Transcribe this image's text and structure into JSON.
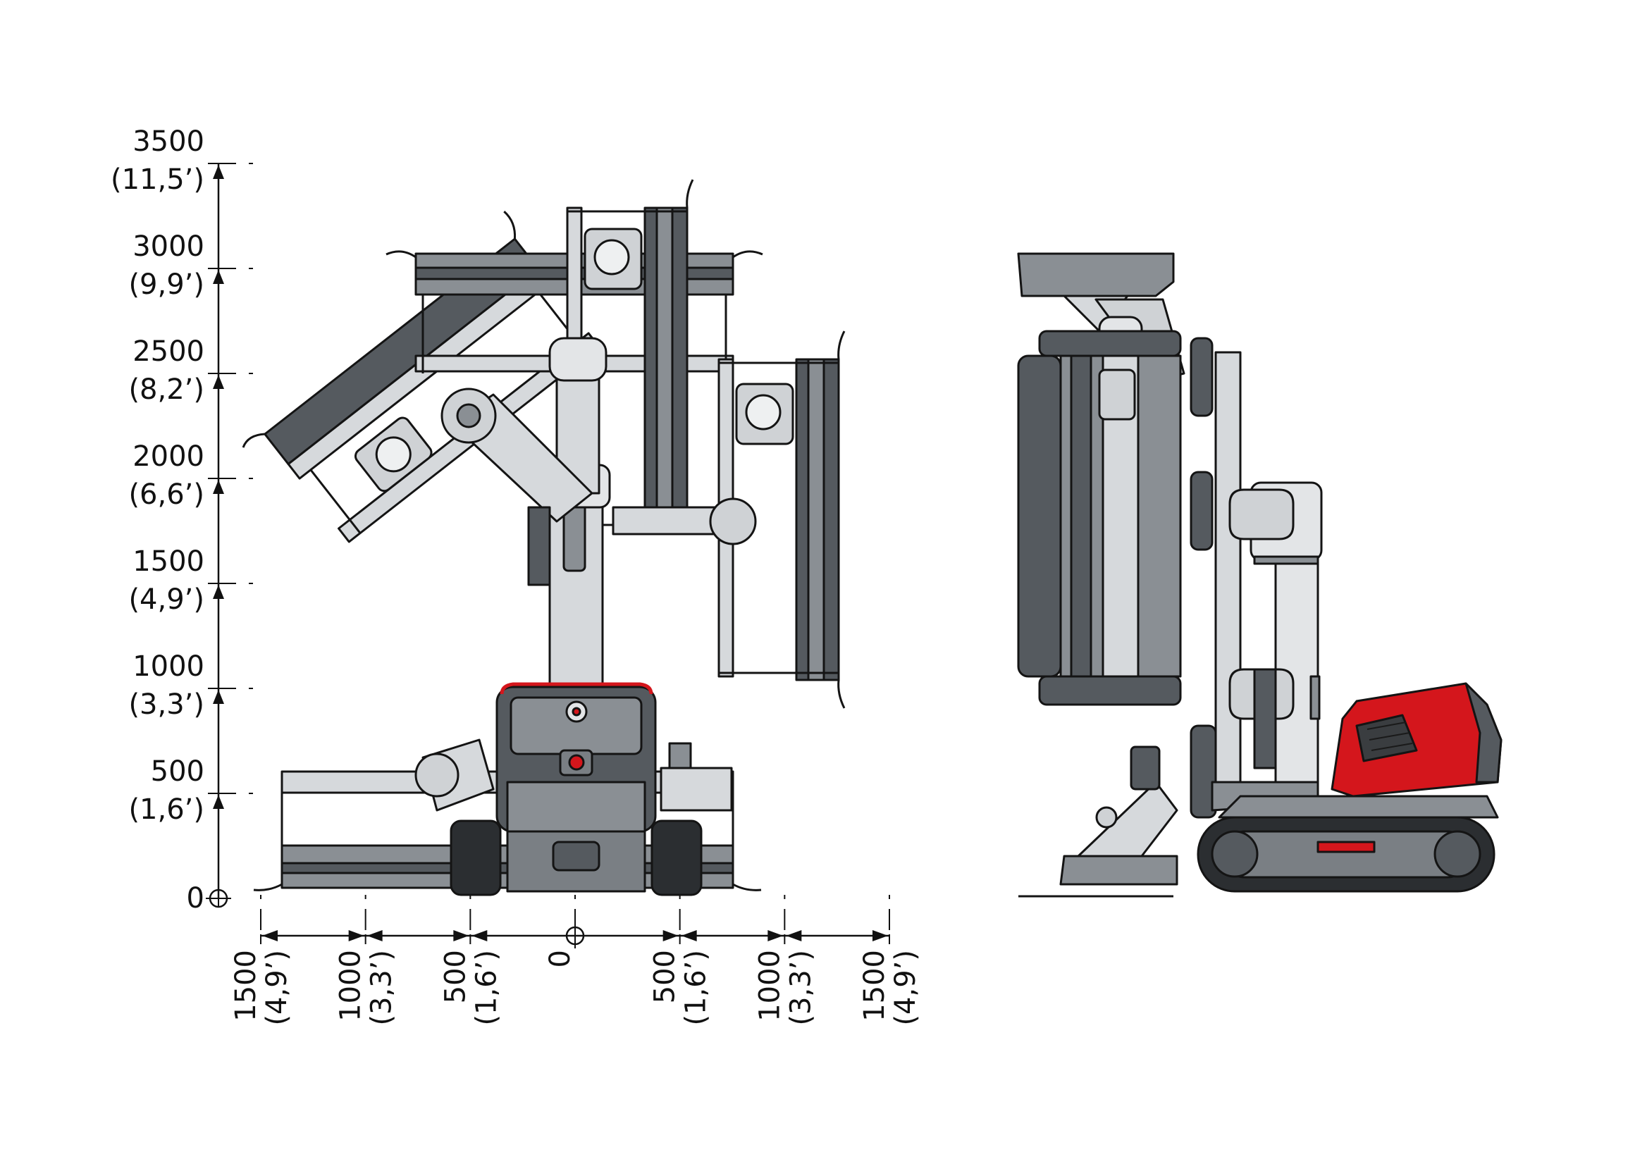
{
  "vertical_axis": {
    "ticks": [
      {
        "mm": "3500",
        "ft": "(11,5’)"
      },
      {
        "mm": "3000",
        "ft": "(9,9’)"
      },
      {
        "mm": "2500",
        "ft": "(8,2’)"
      },
      {
        "mm": "2000",
        "ft": "(6,6’)"
      },
      {
        "mm": "1500",
        "ft": "(4,9’)"
      },
      {
        "mm": "1000",
        "ft": "(3,3’)"
      },
      {
        "mm": "500",
        "ft": "(1,6’)"
      }
    ],
    "zero": "0"
  },
  "horizontal_axis": {
    "ticks": [
      {
        "mm": "1500",
        "ft": "(4,9’)"
      },
      {
        "mm": "1000",
        "ft": "(3,3’)"
      },
      {
        "mm": "500",
        "ft": "(1,6’)"
      },
      {
        "mm": "0",
        "ft": ""
      },
      {
        "mm": "500",
        "ft": "(1,6’)"
      },
      {
        "mm": "1000",
        "ft": "(3,3’)"
      },
      {
        "mm": "1500",
        "ft": "(4,9’)"
      }
    ]
  },
  "colors": {
    "frame_dark": "#555a5f",
    "frame_mid": "#8a8f94",
    "frame_light": "#d6d9dc",
    "body_red": "#d4161c",
    "outline": "#141414"
  }
}
